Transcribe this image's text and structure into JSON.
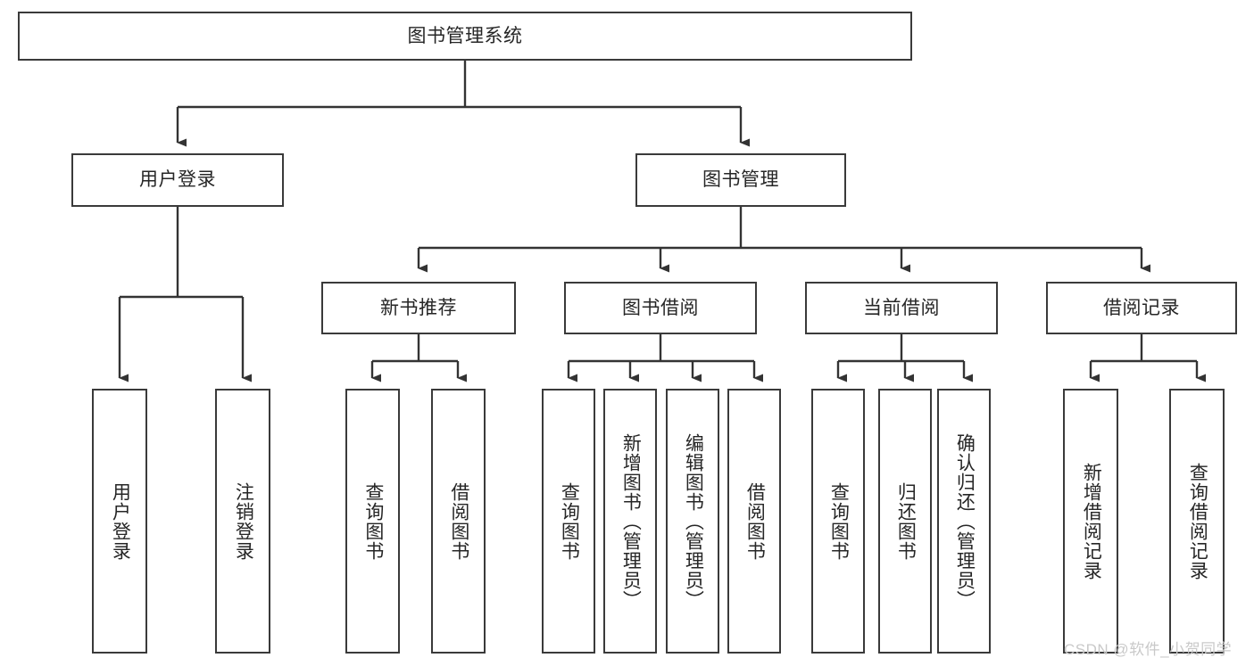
{
  "diagram": {
    "type": "hierarchy-tree",
    "title": "图书管理系统",
    "watermark": "CSDN @软件_小贺同学",
    "colors": {
      "box_border": "#3a3a3a",
      "box_fill": "#ffffff",
      "connector": "#333333",
      "text": "#262626",
      "watermark": "#c9c9c9"
    },
    "nodes": {
      "root": {
        "label": "图书管理系统"
      },
      "level1": [
        {
          "label": "用户登录"
        },
        {
          "label": "图书管理"
        }
      ],
      "level2": [
        {
          "label": "新书推荐"
        },
        {
          "label": "图书借阅"
        },
        {
          "label": "当前借阅"
        },
        {
          "label": "借阅记录"
        }
      ],
      "leaves": {
        "user_login": [
          {
            "label": "用户登录"
          },
          {
            "label": "注销登录"
          }
        ],
        "new_book_recommend": [
          {
            "label": "查询图书"
          },
          {
            "label": "借阅图书"
          }
        ],
        "book_borrow": [
          {
            "label": "查询图书"
          },
          {
            "label": "新增图书（管理员）"
          },
          {
            "label": "编辑图书（管理员）"
          },
          {
            "label": "借阅图书"
          }
        ],
        "current_borrow": [
          {
            "label": "查询图书"
          },
          {
            "label": "归还图书"
          },
          {
            "label": "确认归还（管理员）"
          }
        ],
        "borrow_record": [
          {
            "label": "新增借阅记录"
          },
          {
            "label": "查询借阅记录"
          }
        ]
      }
    }
  }
}
